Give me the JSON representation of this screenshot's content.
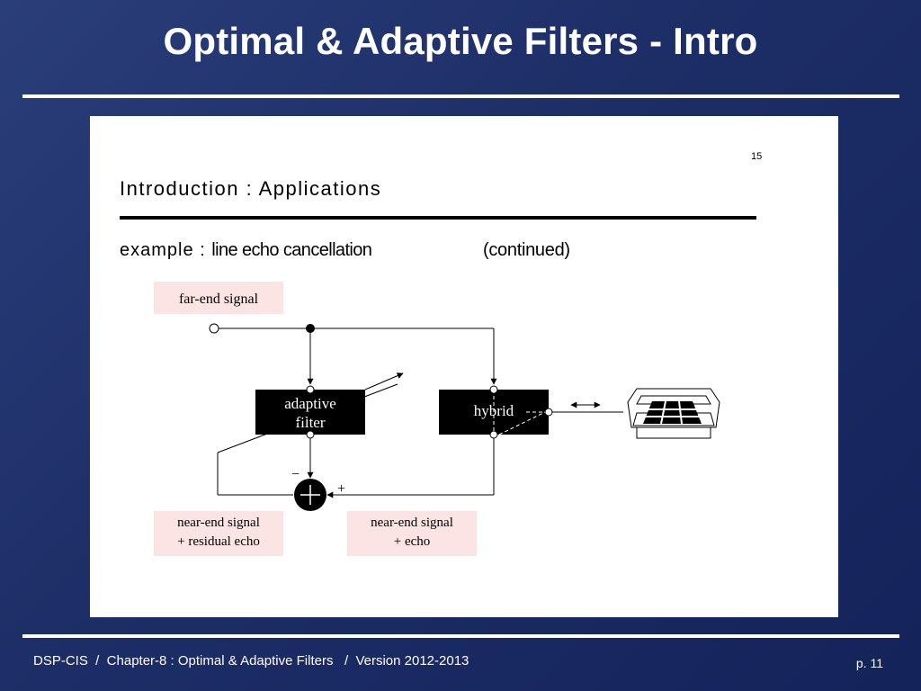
{
  "slide": {
    "title": "Optimal & Adaptive Filters - Intro"
  },
  "panel": {
    "page_number": "15",
    "heading": "Introduction : Applications",
    "subheading_prefix": "example : ",
    "subheading": "line echo cancellation",
    "subheading_suffix": "(continued)"
  },
  "diagram": {
    "far_end_label": "far-end signal",
    "adaptive_filter_line1": "adaptive",
    "adaptive_filter_line2": "filter",
    "hybrid_label": "hybrid",
    "minus_sign": "−",
    "plus_sign": "+",
    "near_end_residual_line1": "near-end signal",
    "near_end_residual_line2": "+ residual echo",
    "near_end_echo_line1": "near-end signal",
    "near_end_echo_line2": "+ echo",
    "label_bg": "#fce4e4"
  },
  "footer": {
    "left": "DSP-CIS  /  Chapter-8 : Optimal & Adaptive Filters   /  Version 2012-2013",
    "right": "p. 11"
  }
}
